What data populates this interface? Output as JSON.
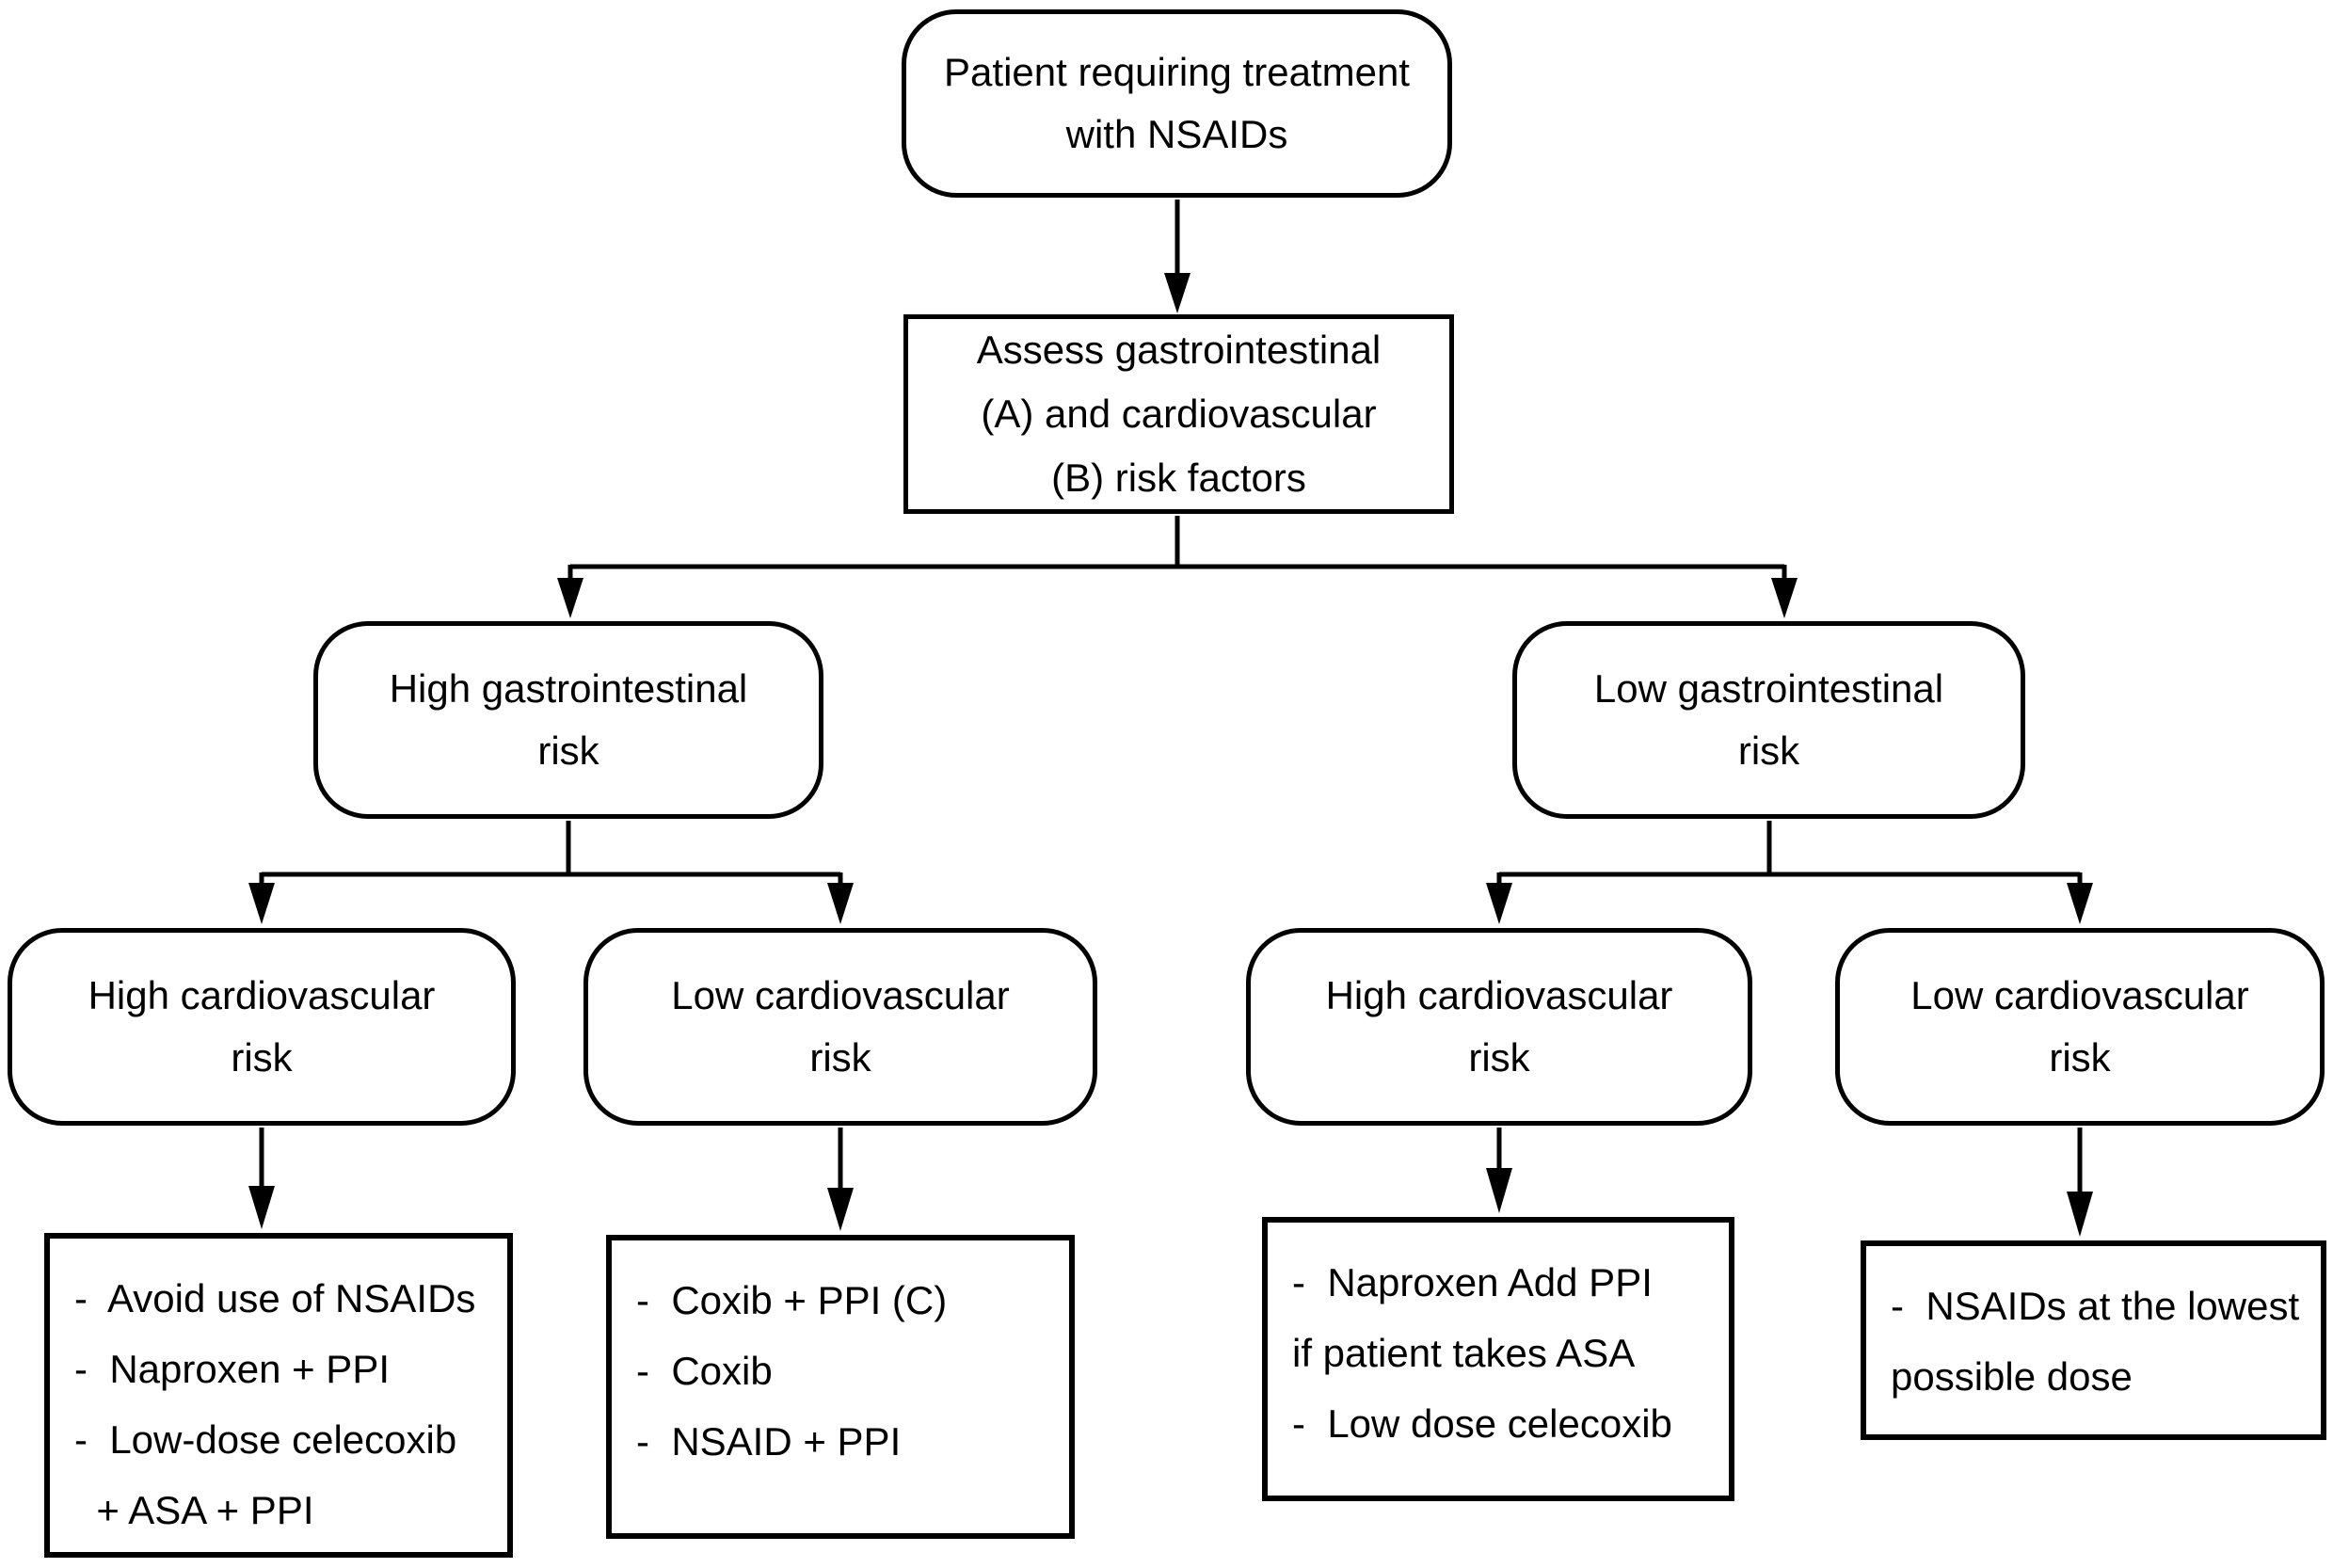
{
  "figure_title": "NSAID treatment decision flowchart",
  "colors": {
    "background": "#ffffff",
    "line": "#000000",
    "text": "#000000"
  },
  "nodes": {
    "patient": {
      "shape": "rounded",
      "lines": [
        "Patient requiring treatment",
        "with NSAIDs"
      ]
    },
    "assess": {
      "shape": "rect",
      "lines": [
        "Assess gastrointestinal",
        "(A) and cardiovascular",
        "(B) risk factors"
      ]
    },
    "high_gi": {
      "shape": "rounded",
      "lines": [
        "High gastrointestinal",
        "risk"
      ]
    },
    "low_gi": {
      "shape": "rounded",
      "lines": [
        "Low gastrointestinal",
        "risk"
      ]
    },
    "high_cv_left": {
      "shape": "rounded",
      "lines": [
        "High cardiovascular",
        "risk"
      ]
    },
    "low_cv_left": {
      "shape": "rounded",
      "lines": [
        "Low cardiovascular",
        "risk"
      ]
    },
    "high_cv_right": {
      "shape": "rounded",
      "lines": [
        "High cardiovascular",
        "risk"
      ]
    },
    "low_cv_right": {
      "shape": "rounded",
      "lines": [
        "Low cardiovascular",
        "risk"
      ]
    },
    "treat_high_gi_high_cv": {
      "shape": "rect",
      "lines": [
        "-  Avoid use of NSAIDs",
        "-  Naproxen + PPI",
        "-  Low-dose celecoxib",
        "  + ASA + PPI"
      ]
    },
    "treat_high_gi_low_cv": {
      "shape": "rect",
      "lines": [
        "-  Coxib + PPI (C)",
        "-  Coxib",
        "-  NSAID + PPI"
      ]
    },
    "treat_low_gi_high_cv": {
      "shape": "rect",
      "lines": [
        "-  Naproxen Add PPI",
        "if patient takes ASA",
        "-  Low dose celecoxib"
      ]
    },
    "treat_low_gi_low_cv": {
      "shape": "rect",
      "lines": [
        "-  NSAIDs at the lowest",
        "possible dose"
      ]
    }
  },
  "edges": [
    {
      "from": "patient",
      "to": "assess"
    },
    {
      "from": "assess",
      "to": "high_gi"
    },
    {
      "from": "assess",
      "to": "low_gi"
    },
    {
      "from": "high_gi",
      "to": "high_cv_left"
    },
    {
      "from": "high_gi",
      "to": "low_cv_left"
    },
    {
      "from": "low_gi",
      "to": "high_cv_right"
    },
    {
      "from": "low_gi",
      "to": "low_cv_right"
    },
    {
      "from": "high_cv_left",
      "to": "treat_high_gi_high_cv"
    },
    {
      "from": "low_cv_left",
      "to": "treat_high_gi_low_cv"
    },
    {
      "from": "high_cv_right",
      "to": "treat_low_gi_high_cv"
    },
    {
      "from": "low_cv_right",
      "to": "treat_low_gi_low_cv"
    }
  ]
}
